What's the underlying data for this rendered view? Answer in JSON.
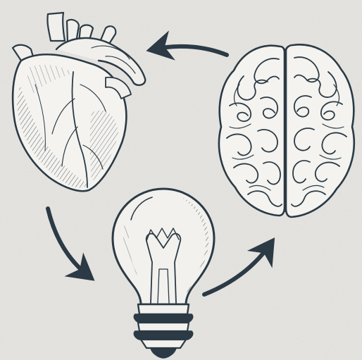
{
  "colors": {
    "paper": "#e9e8e4",
    "paper_shadow": "#c9c8c2",
    "ink": "#2b3a45",
    "bulb_glass": "#f2f1ed"
  },
  "figure": {
    "elements": [
      {
        "name": "anatomical-heart",
        "icon": "heart-icon"
      },
      {
        "name": "brain",
        "icon": "brain-icon"
      },
      {
        "name": "light-bulb",
        "icon": "lightbulb-icon"
      }
    ],
    "cycle": [
      "brain",
      "heart",
      "light-bulb",
      "brain"
    ]
  }
}
